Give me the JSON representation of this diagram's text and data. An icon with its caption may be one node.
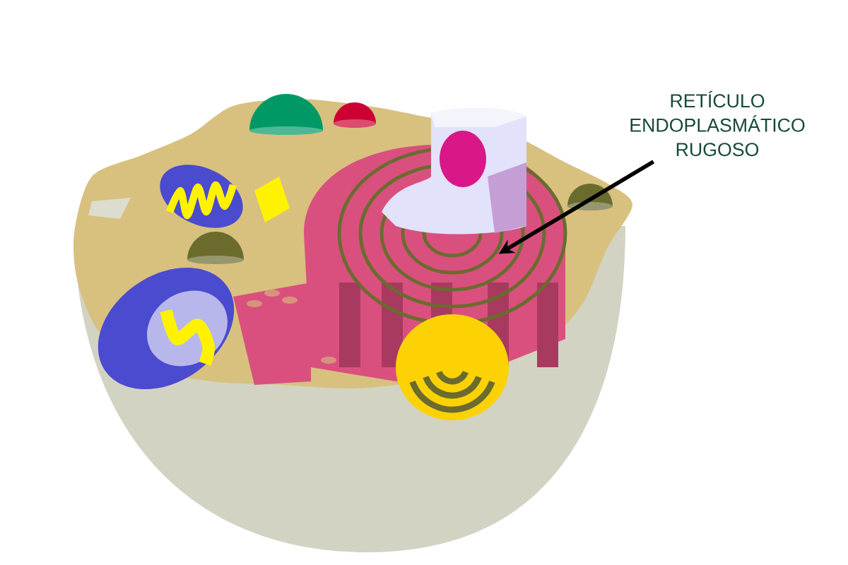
{
  "diagram": {
    "nodes": [
      {
        "text": [
          "RETÍCULO ENDOPLASMÁTICO RUGOSO"
        ]
      },
      {
        "text": [],
        "shape": "picture"
      }
    ],
    "edges": [
      {
        "from": 0,
        "to": 1,
        "arrow": "to"
      }
    ]
  }
}
